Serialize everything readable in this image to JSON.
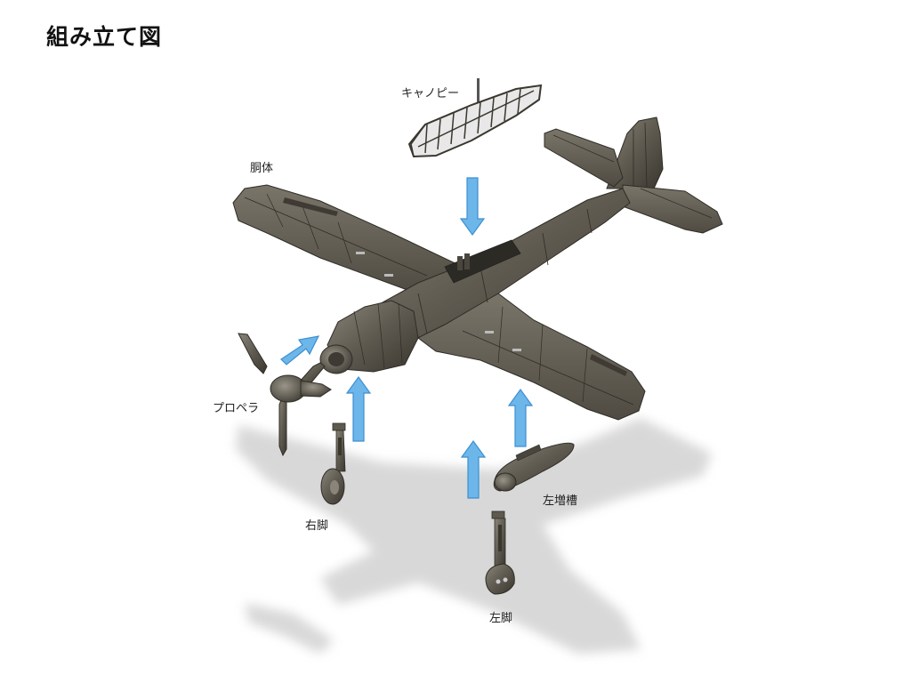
{
  "title": "組み立て図",
  "labels": {
    "canopy": "キャノピー",
    "fuselage": "胴体",
    "propeller": "プロペラ",
    "right_leg": "右脚",
    "left_leg": "左脚",
    "drop_tank": "左増槽"
  },
  "colors": {
    "body": "#5e5a50",
    "body_dark": "#3a3730",
    "body_light": "#7d786c",
    "arrow": "#6db6ea",
    "arrow_edge": "#3d8fd0",
    "shadow": "#d6d6d6"
  }
}
